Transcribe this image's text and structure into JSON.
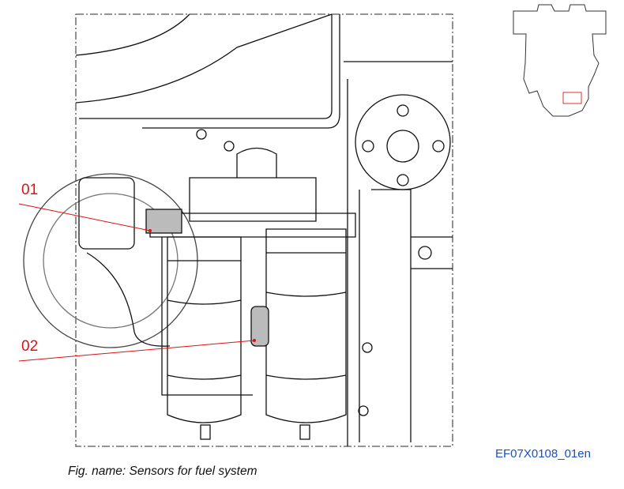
{
  "callouts": [
    {
      "label": "01"
    },
    {
      "label": "02"
    }
  ],
  "figure_code": "EF07X0108_01en",
  "caption": "Fig. name: Sensors for fuel system",
  "colors": {
    "callout": "#dd1111",
    "code": "#1a4fc4",
    "highlight": "#e03030"
  }
}
